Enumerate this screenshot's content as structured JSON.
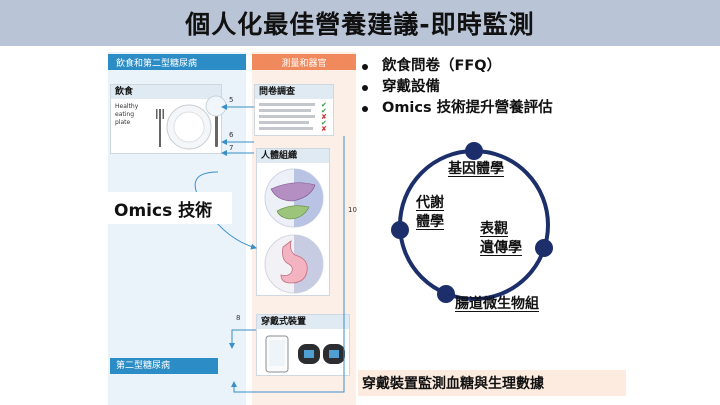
{
  "title": "個人化最佳營養建議-即時監測",
  "diagram": {
    "header_left": "飲食和第二型糖尿病",
    "header_right": "測量和器官",
    "diet_title": "飲食",
    "healthy_plate": [
      "Healthy",
      "eating",
      "plate"
    ],
    "questionnaire_title": "問卷調查",
    "body_tissue_title": "人體組織",
    "wearable_title": "穿戴式裝置",
    "t2d_title": "第二型糖尿病",
    "arrow_numbers": [
      "5",
      "6",
      "7",
      "8",
      "10"
    ]
  },
  "omics_label": "Omics 技術",
  "bullets": [
    "飲食問卷（FFQ）",
    "穿戴設備",
    "Omics 技術提升營養評估"
  ],
  "ring": {
    "genomics": "基因體學",
    "metabolomics": [
      "代謝",
      "體學"
    ],
    "epigenetics": [
      "表觀",
      "遺傳學"
    ],
    "microbiome": "腸道微生物組"
  },
  "bottom_banner": "穿戴裝置監測血糖與生理數據",
  "colors": {
    "ring": "#1c2f6b",
    "header_left": "#2c8dc6",
    "header_right": "#f08a5d",
    "title_bar": "#b9c5d6"
  }
}
